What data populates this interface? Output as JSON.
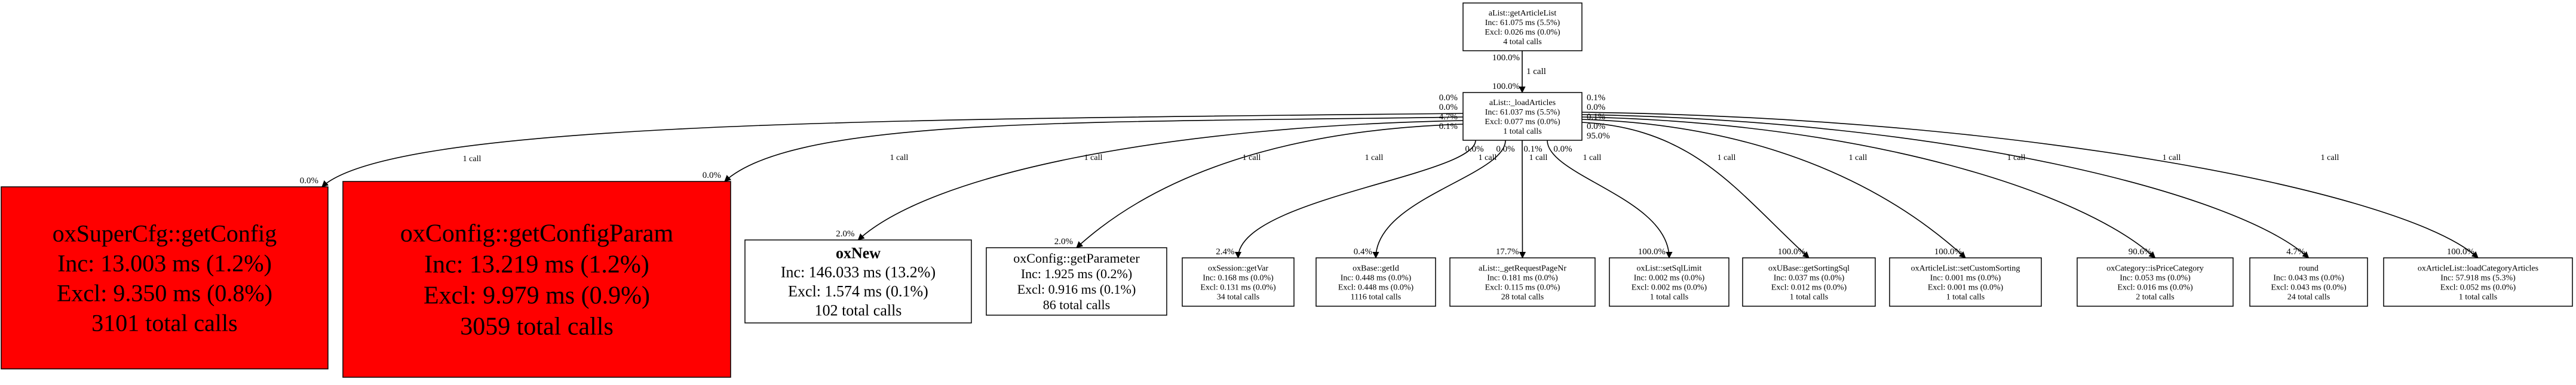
{
  "graph": {
    "root": {
      "name": "aList::getArticleList",
      "inc": "Inc: 61.075 ms (5.5%)",
      "excl": "Excl: 0.026 ms (0.0%)",
      "calls": "4 total calls"
    },
    "root_edge": {
      "label": "1 call",
      "src_pct": "100.0%",
      "dst_pct": "100.0%"
    },
    "main": {
      "name": "aList::_loadArticles",
      "inc": "Inc: 61.037 ms (5.5%)",
      "excl": "Excl: 0.077 ms (0.0%)",
      "calls": "1 total calls"
    },
    "children": [
      {
        "name": "oxSuperCfg::getConfig",
        "inc": "Inc: 13.003 ms (1.2%)",
        "excl": "Excl: 9.350 ms (0.8%)",
        "calls": "3101 total calls",
        "fill": "#ff0000",
        "edge_label": "1 call",
        "src_pct": "0.0%",
        "dst_pct": "0.0%"
      },
      {
        "name": "oxConfig::getConfigParam",
        "inc": "Inc: 13.219 ms (1.2%)",
        "excl": "Excl: 9.979 ms (0.9%)",
        "calls": "3059 total calls",
        "fill": "#ff0000",
        "edge_label": "1 call",
        "src_pct": "0.0%",
        "dst_pct": "0.0%"
      },
      {
        "name": "oxNew",
        "inc": "Inc: 146.033 ms (13.2%)",
        "excl": "Excl: 1.574 ms (0.1%)",
        "calls": "102 total calls",
        "fill": "#ffffff",
        "edge_label": "1 call",
        "src_pct": "4.7%",
        "dst_pct": "2.0%"
      },
      {
        "name": "oxConfig::getParameter",
        "inc": "Inc: 1.925 ms (0.2%)",
        "excl": "Excl: 0.916 ms (0.1%)",
        "calls": "86 total calls",
        "fill": "#ffffff",
        "edge_label": "1 call",
        "src_pct": "0.1%",
        "dst_pct": "2.0%"
      },
      {
        "name": "oxSession::getVar",
        "inc": "Inc: 0.168 ms (0.0%)",
        "excl": "Excl: 0.131 ms (0.0%)",
        "calls": "34 total calls",
        "fill": "#ffffff",
        "edge_label": "1 call",
        "src_pct": "0.0%",
        "dst_pct": "2.4%"
      },
      {
        "name": "oxBase::getId",
        "inc": "Inc: 0.448 ms (0.0%)",
        "excl": "Excl: 0.448 ms (0.0%)",
        "calls": "1116 total calls",
        "fill": "#ffffff",
        "edge_label": "1 call",
        "src_pct": "0.0%",
        "dst_pct": "0.4%"
      },
      {
        "name": "aList::_getRequestPageNr",
        "inc": "Inc: 0.181 ms (0.0%)",
        "excl": "Excl: 0.115 ms (0.0%)",
        "calls": "28 total calls",
        "fill": "#ffffff",
        "edge_label": "1 call",
        "src_pct": "0.1%",
        "dst_pct": "17.7%"
      },
      {
        "name": "oxList::setSqlLimit",
        "inc": "Inc: 0.002 ms (0.0%)",
        "excl": "Excl: 0.002 ms (0.0%)",
        "calls": "1 total calls",
        "fill": "#ffffff",
        "edge_label": "1 call",
        "src_pct": "0.0%",
        "dst_pct": "100.0%"
      },
      {
        "name": "oxUBase::getSortingSql",
        "inc": "Inc: 0.037 ms (0.0%)",
        "excl": "Excl: 0.012 ms (0.0%)",
        "calls": "1 total calls",
        "fill": "#ffffff",
        "edge_label": "1 call",
        "src_pct": "0.1%",
        "dst_pct": "100.0%"
      },
      {
        "name": "oxArticleList::setCustomSorting",
        "inc": "Inc: 0.001 ms (0.0%)",
        "excl": "Excl: 0.001 ms (0.0%)",
        "calls": "1 total calls",
        "fill": "#ffffff",
        "edge_label": "1 call",
        "src_pct": "0.0%",
        "dst_pct": "100.0%"
      },
      {
        "name": "oxCategory::isPriceCategory",
        "inc": "Inc: 0.053 ms (0.0%)",
        "excl": "Excl: 0.016 ms (0.0%)",
        "calls": "2 total calls",
        "fill": "#ffffff",
        "edge_label": "1 call",
        "src_pct": "0.1%",
        "dst_pct": "90.6%"
      },
      {
        "name": "round",
        "inc": "Inc: 0.043 ms (0.0%)",
        "excl": "Excl: 0.043 ms (0.0%)",
        "calls": "24 total calls",
        "fill": "#ffffff",
        "edge_label": "1 call",
        "src_pct": "0.0%",
        "dst_pct": "4.7%"
      },
      {
        "name": "oxArticleList::loadCategoryArticles",
        "inc": "Inc: 57.918 ms (5.3%)",
        "excl": "Excl: 0.052 ms (0.0%)",
        "calls": "1 total calls",
        "fill": "#ffffff",
        "edge_label": "1 call",
        "src_pct": "95.0%",
        "dst_pct": "100.0%"
      }
    ]
  }
}
